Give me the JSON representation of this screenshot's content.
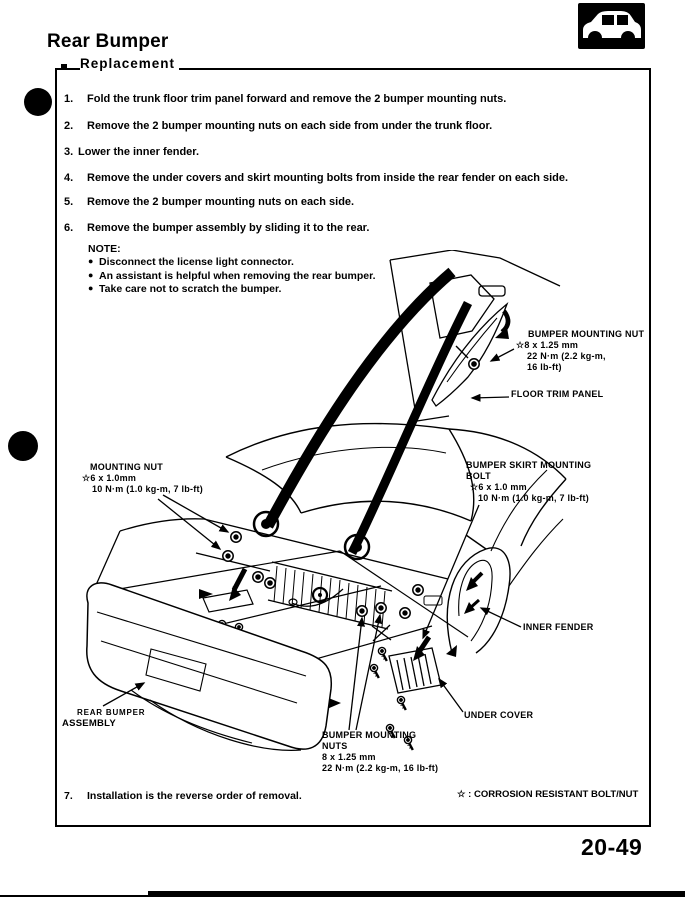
{
  "page": {
    "title": "Rear Bumper",
    "page_number": "20-49"
  },
  "header": {
    "label": "Replacement"
  },
  "icon": {
    "name": "car-icon"
  },
  "colors": {
    "ink": "#000000",
    "paper": "#ffffff"
  },
  "steps": [
    {
      "num": "1.",
      "text": "Fold the trunk floor trim panel forward and remove the 2 bumper mounting nuts."
    },
    {
      "num": "2.",
      "text": "Remove the 2 bumper mounting nuts on each side from under the trunk floor."
    },
    {
      "num": "3.",
      "text": "Lower the inner fender."
    },
    {
      "num": "4.",
      "text": "Remove the under covers and skirt mounting bolts from inside the rear fender on each side."
    },
    {
      "num": "5.",
      "text": "Remove the 2 bumper mounting nuts on each side."
    },
    {
      "num": "6.",
      "text": "Remove the bumper assembly by sliding it to the rear."
    }
  ],
  "note": {
    "heading": "NOTE:",
    "bullet": "●",
    "items": [
      "Disconnect the license light connector.",
      "An assistant is helpful when removing the rear bumper.",
      "Take care not to scratch the bumper."
    ]
  },
  "final_step": {
    "num": "7.",
    "text": "Installation is the reverse order of removal."
  },
  "footnote": {
    "symbol": "☆",
    "text": ":  CORROSION  RESISTANT  BOLT/NUT"
  },
  "diagram": {
    "labels": {
      "bumper_mounting_nut": {
        "lines": [
          "BUMPER MOUNTING NUT",
          "☆8 x 1.25 mm",
          "22 N·m (2.2 kg-m,",
          "16 lb-ft)"
        ]
      },
      "floor_trim_panel": {
        "lines": [
          "FLOOR TRIM PANEL"
        ]
      },
      "mounting_nut": {
        "lines": [
          "MOUNTING  NUT",
          "☆6 x 1.0mm",
          "10 N·m (1.0 kg-m, 7 lb-ft)"
        ]
      },
      "bumper_skirt_mounting_bolt": {
        "lines": [
          "BUMPER SKIRT MOUNTING",
          "BOLT",
          "☆6 x 1.0 mm",
          "10 N·m (1.0 kg-m, 7 lb-ft)"
        ]
      },
      "inner_fender": {
        "lines": [
          "INNER FENDER"
        ]
      },
      "under_cover": {
        "lines": [
          "UNDER  COVER"
        ]
      },
      "rear_bumper_assembly": {
        "lines": [
          "REAR  BUMPER",
          "ASSEMBLY"
        ]
      },
      "bumper_mounting_nuts": {
        "lines": [
          "BUMPER MOUNTING",
          "NUTS",
          "8 x 1.25 mm",
          "22 N·m (2.2 kg-m, 16 lb-ft)"
        ]
      }
    }
  }
}
